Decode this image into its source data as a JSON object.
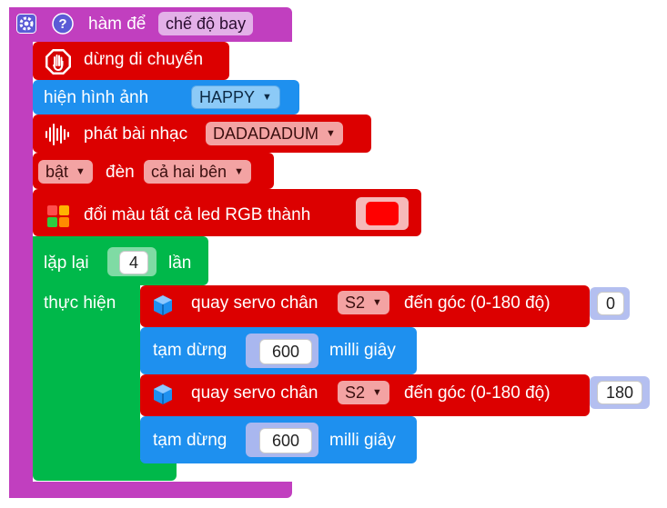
{
  "function_block": {
    "title_prefix": "hàm để",
    "name": "chế độ bay",
    "color": "#c13fbf"
  },
  "blocks": {
    "stop": {
      "label": "dừng di chuyển",
      "icon": "stop-hand-icon"
    },
    "show_image": {
      "label": "hiện hình ảnh",
      "value": "HAPPY"
    },
    "play_music": {
      "label": "phát bài nhạc",
      "value": "DADADADUM",
      "icon": "sound-wave-icon"
    },
    "led": {
      "state": "bật",
      "label": "đèn",
      "side": "cả hai bên"
    },
    "rgb": {
      "label": "đổi màu tất cả led RGB thành",
      "icon": "rgb-grid-icon",
      "color_value": "#ff0000"
    },
    "repeat": {
      "label_prefix": "lặp lại",
      "count": "4",
      "label_suffix": "lần",
      "do_label": "thực hiện"
    },
    "servo1": {
      "label": "quay servo chân",
      "pin": "S2",
      "angle_label": "đến góc (0-180 độ)",
      "angle": "0",
      "icon": "servo-cube-icon"
    },
    "pause1": {
      "label": "tạm dừng",
      "value": "600",
      "unit": "milli giây"
    },
    "servo2": {
      "label": "quay servo chân",
      "pin": "S2",
      "angle_label": "đến góc (0-180 độ)",
      "angle": "180",
      "icon": "servo-cube-icon"
    },
    "pause2": {
      "label": "tạm dừng",
      "value": "600",
      "unit": "milli giây"
    }
  },
  "colors": {
    "purple": "#c13fbf",
    "red": "#dc0000",
    "blue": "#1e90ef",
    "green": "#00b84a",
    "gear": "#5b5bd6"
  }
}
